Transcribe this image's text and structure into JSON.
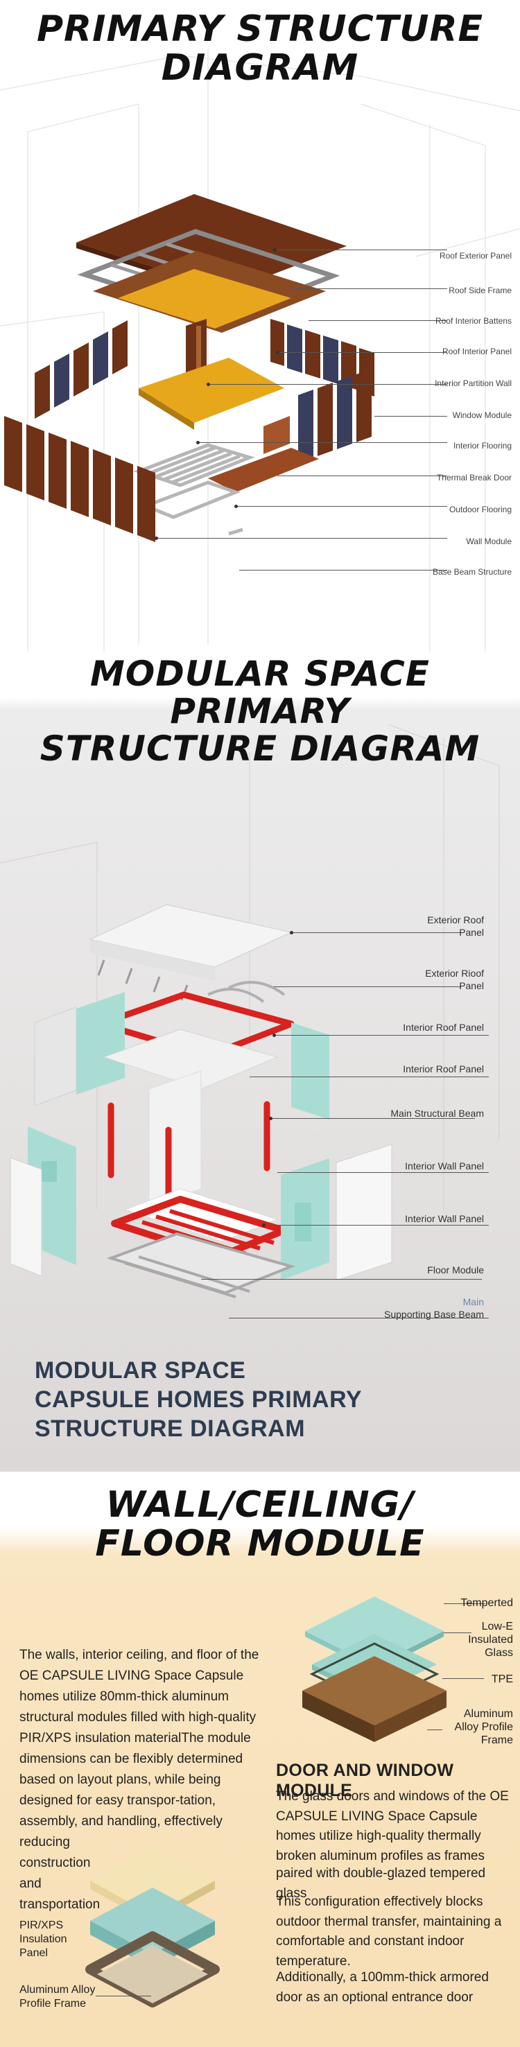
{
  "section1": {
    "title_line1": "PRIMARY STRUCTURE",
    "title_line2": "DIAGRAM",
    "labels": [
      "Roof Exterior Panel",
      "Roof Side Frame",
      "Roof Interior Battens",
      "Roof Interior Panel",
      "Interior Partition Wall",
      "Window Module",
      "Interior Flooring",
      "Thermal Break Door",
      "Outdoor Flooring",
      "Wall Module",
      "Base Beam Structure"
    ]
  },
  "section2": {
    "title_line1": "MODULAR SPACE PRIMARY",
    "title_line2": "STRUCTURE DIAGRAM",
    "labels": {
      "exterior_roof_panel_1": "Exterior Roof",
      "exterior_roof_panel_2": "Panel",
      "exterior_rioof_panel_1": "Exterior Rioof",
      "exterior_rioof_panel_2": "Panel",
      "interior_roof_panel_a": "Interior Roof Panel",
      "interior_roof_panel_b": "Interior Roof Panel",
      "main_structural_beam": "Main Structural Beam",
      "interior_wall_panel_a": "Interior Wall Panel",
      "interior_wall_panel_b": "Interior Wall   Panel",
      "floor_module": "Floor Module",
      "supporting_main": "Main",
      "supporting_base_beam": "Supporting Base Beam"
    },
    "subtitle_line1": "MODULAR SPACE",
    "subtitle_line2": "CAPSULE HOMES PRIMARY",
    "subtitle_line3": "STRUCTURE DIAGRAM"
  },
  "section3": {
    "title_line1": "WALL/CEILING/",
    "title_line2": "FLOOR MODULE",
    "left_paragraph": "The walls, interior ceiling, and floor of the OE CAPSULE LIVING Space Capsule homes utilize 80mm-thick aluminum structural modules filled with high-quality PIR/XPS insulation materialThe module dimensions can be flexibly determined based on layout plans, while being designed for easy transpor-tation, assembly, and handling, effectively reducing",
    "left_construction": "construction",
    "left_and": "and",
    "left_transportation": "transportation",
    "pir_label_1": "PIR/XPS",
    "pir_label_2": "Insulation",
    "pir_label_3": "Panel",
    "alu_label_1": "Aluminum Alloy",
    "alu_label_2": "Profile Frame",
    "right_labels": {
      "tempered": "Temperted",
      "lowe_1": "Low-E",
      "lowe_2": "Insulated",
      "lowe_3": "Glass",
      "tpe": "TPE",
      "alu_1": "Aluminum",
      "alu_2": "Alloy Profile",
      "alu_3": "Frame"
    },
    "right_heading": "DOOR AND WINDOW MODULE",
    "right_p1": "The glass doors and windows of the OE CAPSULE LIVING Space Capsule homes utilize high-quality thermally broken aluminum profiles as frames",
    "right_p2": "paired with double-glazed tempered glass",
    "right_p3": "This configuration effectively blocks outdoor thermal transfer, maintaining a comfortable and constant indoor temperature.",
    "right_p4": "Additionally, a 100mm-thick armored door as an optional entrance door"
  },
  "colors": {
    "wood": "#7a3a1a",
    "wood_dark": "#5a2a10",
    "yellow_floor": "#e7a71b",
    "steel": "#c8c8c8",
    "mint": "#a9ddd4",
    "red_frame": "#d8221e",
    "cream_panel": "#f4e4b6",
    "teal_panel": "#86c8c3",
    "frame_brown": "#7a6a58",
    "section3_bg": "#f8e2bb",
    "subtitle_blue": "#2e3c4f"
  }
}
